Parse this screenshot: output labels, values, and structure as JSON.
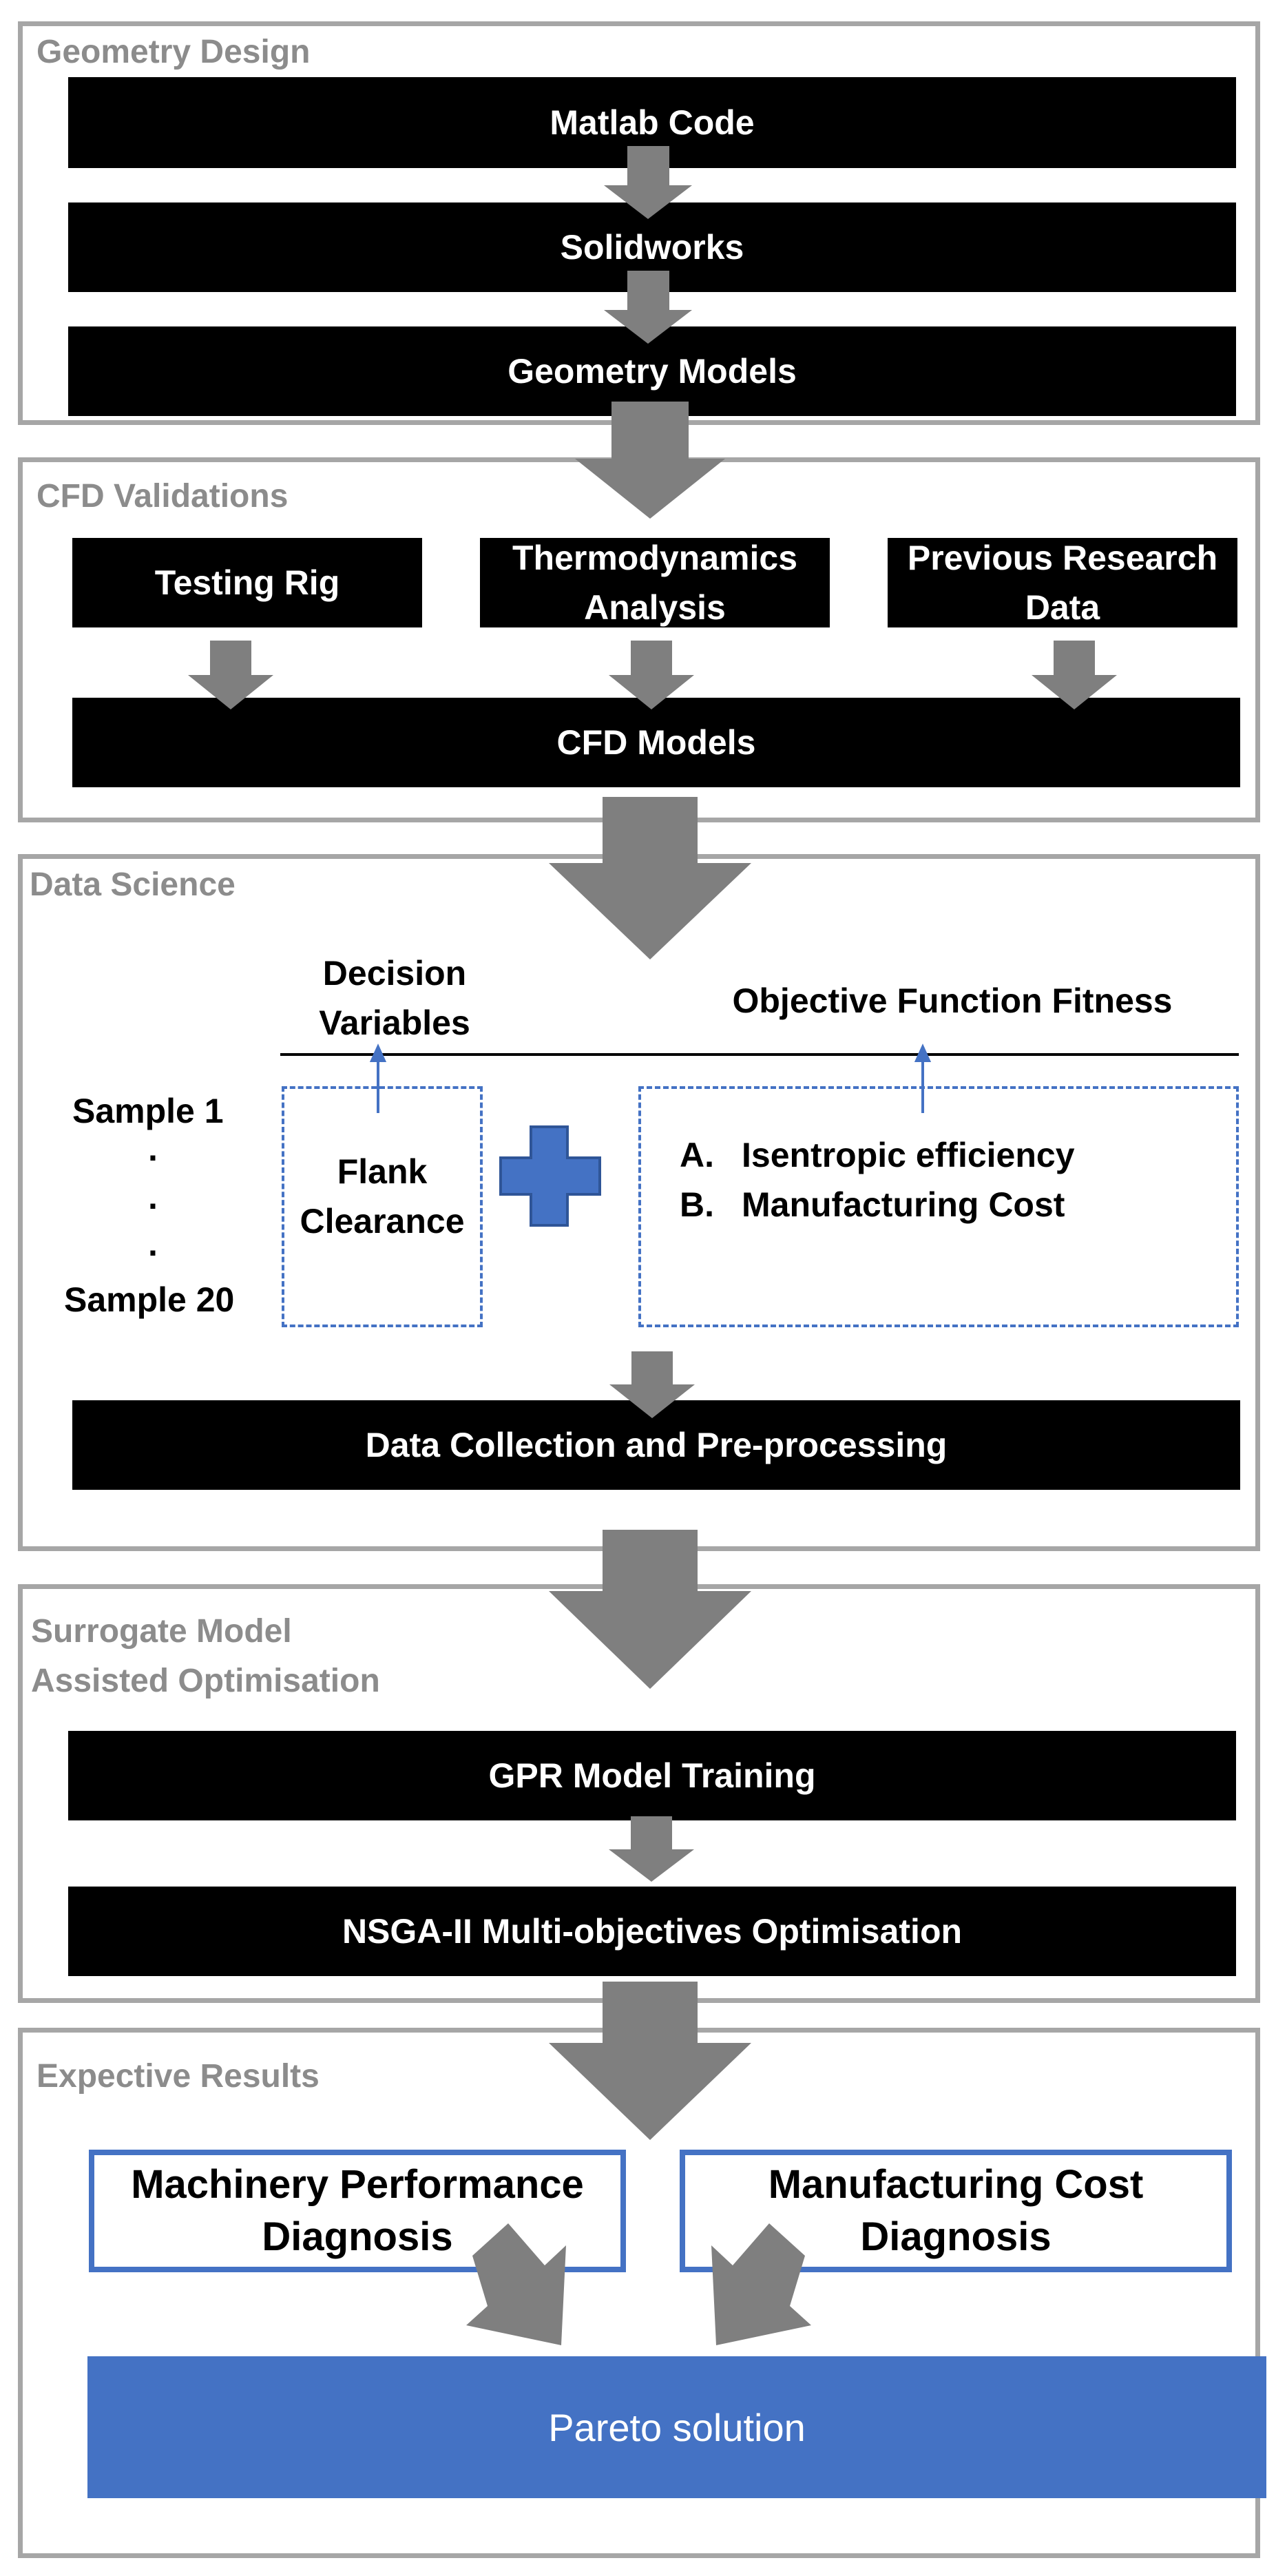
{
  "colors": {
    "section_border": "#a6a6a6",
    "section_title": "#8c8c8c",
    "bar": "#000000",
    "arrow": "#7f7f7f",
    "accent": "#4472c4"
  },
  "sections": {
    "geometry": {
      "title": "Geometry Design",
      "steps": [
        "Matlab Code",
        "Solidworks",
        "Geometry Models"
      ]
    },
    "cfd": {
      "title": "CFD Validations",
      "inputs": [
        {
          "line1": "Testing Rig",
          "line2": ""
        },
        {
          "line1": "Thermodynamics",
          "line2": "Analysis"
        },
        {
          "line1": "Previous Research",
          "line2": "Data"
        }
      ],
      "output": "CFD Models"
    },
    "data_science": {
      "title": "Data Science",
      "decision_header_1": "Decision",
      "decision_header_2": "Variables",
      "objective_header": "Objective Function Fitness",
      "sample_first": "Sample 1",
      "dots": [
        "·",
        "·",
        "·"
      ],
      "sample_last": "Sample 20",
      "decision_item_1": "Flank",
      "decision_item_2": "Clearance",
      "objectives": [
        {
          "marker": "A.",
          "label": "Isentropic efficiency"
        },
        {
          "marker": "B.",
          "label": "Manufacturing Cost"
        }
      ],
      "output": "Data Collection and Pre-processing"
    },
    "surrogate": {
      "title_line1": "Surrogate Model",
      "title_line2": "Assisted Optimisation",
      "steps": [
        "GPR Model Training",
        "NSGA-II Multi-objectives Optimisation"
      ]
    },
    "results": {
      "title": "Expective Results",
      "left_box_line1": "Machinery Performance",
      "left_box_line2": "Diagnosis",
      "right_box_line1": "Manufacturing Cost",
      "right_box_line2": "Diagnosis",
      "final": "Pareto solution"
    }
  }
}
